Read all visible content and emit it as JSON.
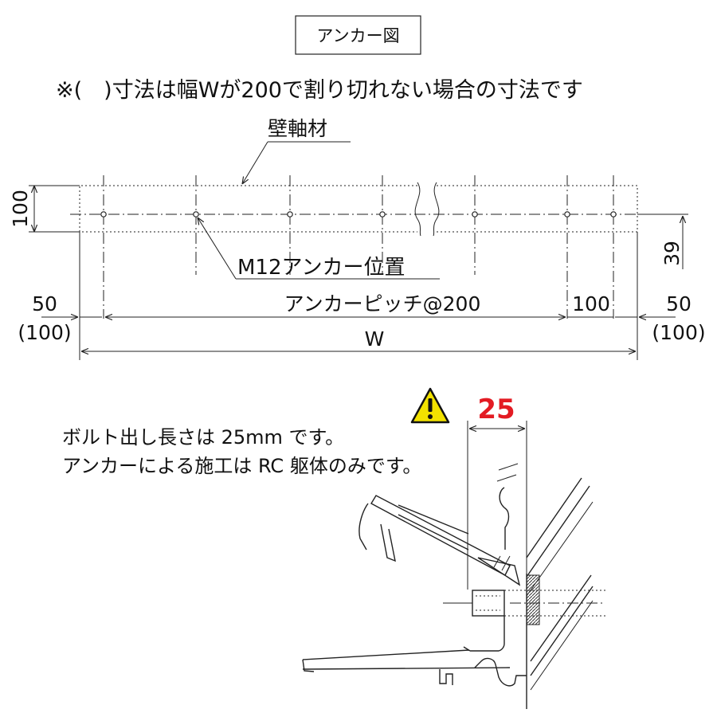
{
  "title_box": {
    "label": "アンカー図"
  },
  "note": "※(　)寸法は幅Wが200で割り切れない場合の寸法です",
  "labels": {
    "wall_member": "壁軸材",
    "anchor_position": "M12アンカー位置",
    "anchor_pitch": "アンカーピッチ@200"
  },
  "dimensions": {
    "height": "100",
    "offset": "39",
    "left_end": "50",
    "left_end_alt": "(100)",
    "right_segment": "100",
    "right_end": "50",
    "right_end_alt": "(100)",
    "width": "W"
  },
  "warning": {
    "bolt_projection": "25",
    "accent_color": "#e31b23",
    "icon_fill": "#f2e200",
    "lines": [
      "ボルト出し長さは 25mm です。",
      "アンカーによる施工は RC 躯体のみです。"
    ]
  }
}
